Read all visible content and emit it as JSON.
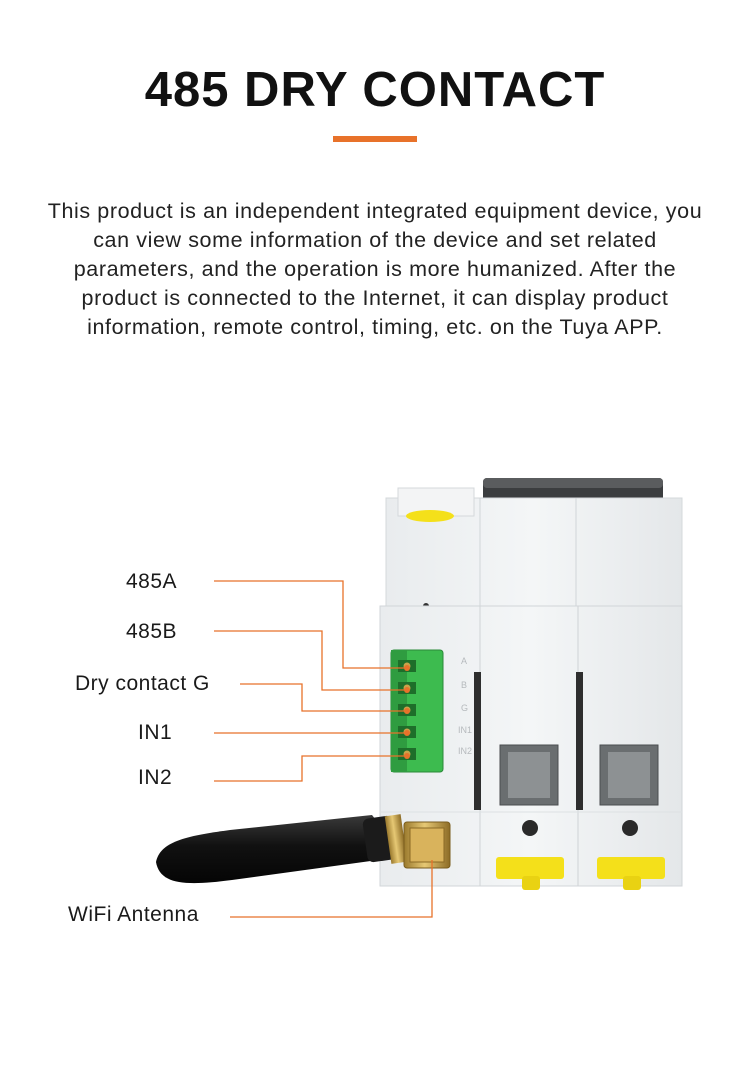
{
  "title": "485 DRY CONTACT",
  "accent_color": "#e8722a",
  "description": "This product is an independent integrated equipment device, you can view some information of the device and set related parameters, and the operation is more humanized. After the product is connected to the Internet, it can display product information, remote control, timing, etc. on the Tuya APP.",
  "terminal_marks": [
    "A",
    "B",
    "G",
    "IN1",
    "IN2"
  ],
  "callouts": {
    "a485": "485A",
    "b485": "485B",
    "dry_g": "Dry contact G",
    "in1": "IN1",
    "in2": "IN2",
    "antenna": "WiFi Antenna"
  },
  "colors": {
    "leader_line": "#e8722a",
    "terminal_block": "#3dbb4f",
    "handle_yellow": "#f4e01a",
    "antenna_body": "#222222",
    "connector_gold": "#c9a24a"
  }
}
